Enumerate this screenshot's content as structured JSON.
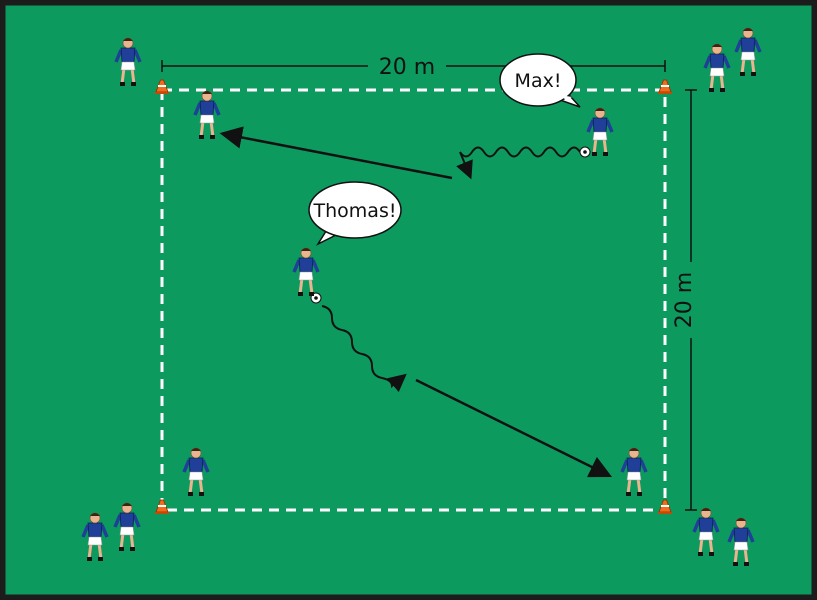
{
  "colors": {
    "pitch": "#0d9a5f",
    "border": "#1c1c1c",
    "field_line": "#ffffff",
    "jersey": "#1f3f98",
    "shorts": "#ffffff",
    "skin": "#e9b48e",
    "cone": "#f26a1b",
    "arrow": "#111111"
  },
  "measurements": {
    "width_label": "20 m",
    "height_label": "20 m"
  },
  "callouts": {
    "max": "Max!",
    "thomas": "Thomas!"
  },
  "icons": [
    "player-figure",
    "soccer-ball-icon",
    "cone-icon"
  ]
}
